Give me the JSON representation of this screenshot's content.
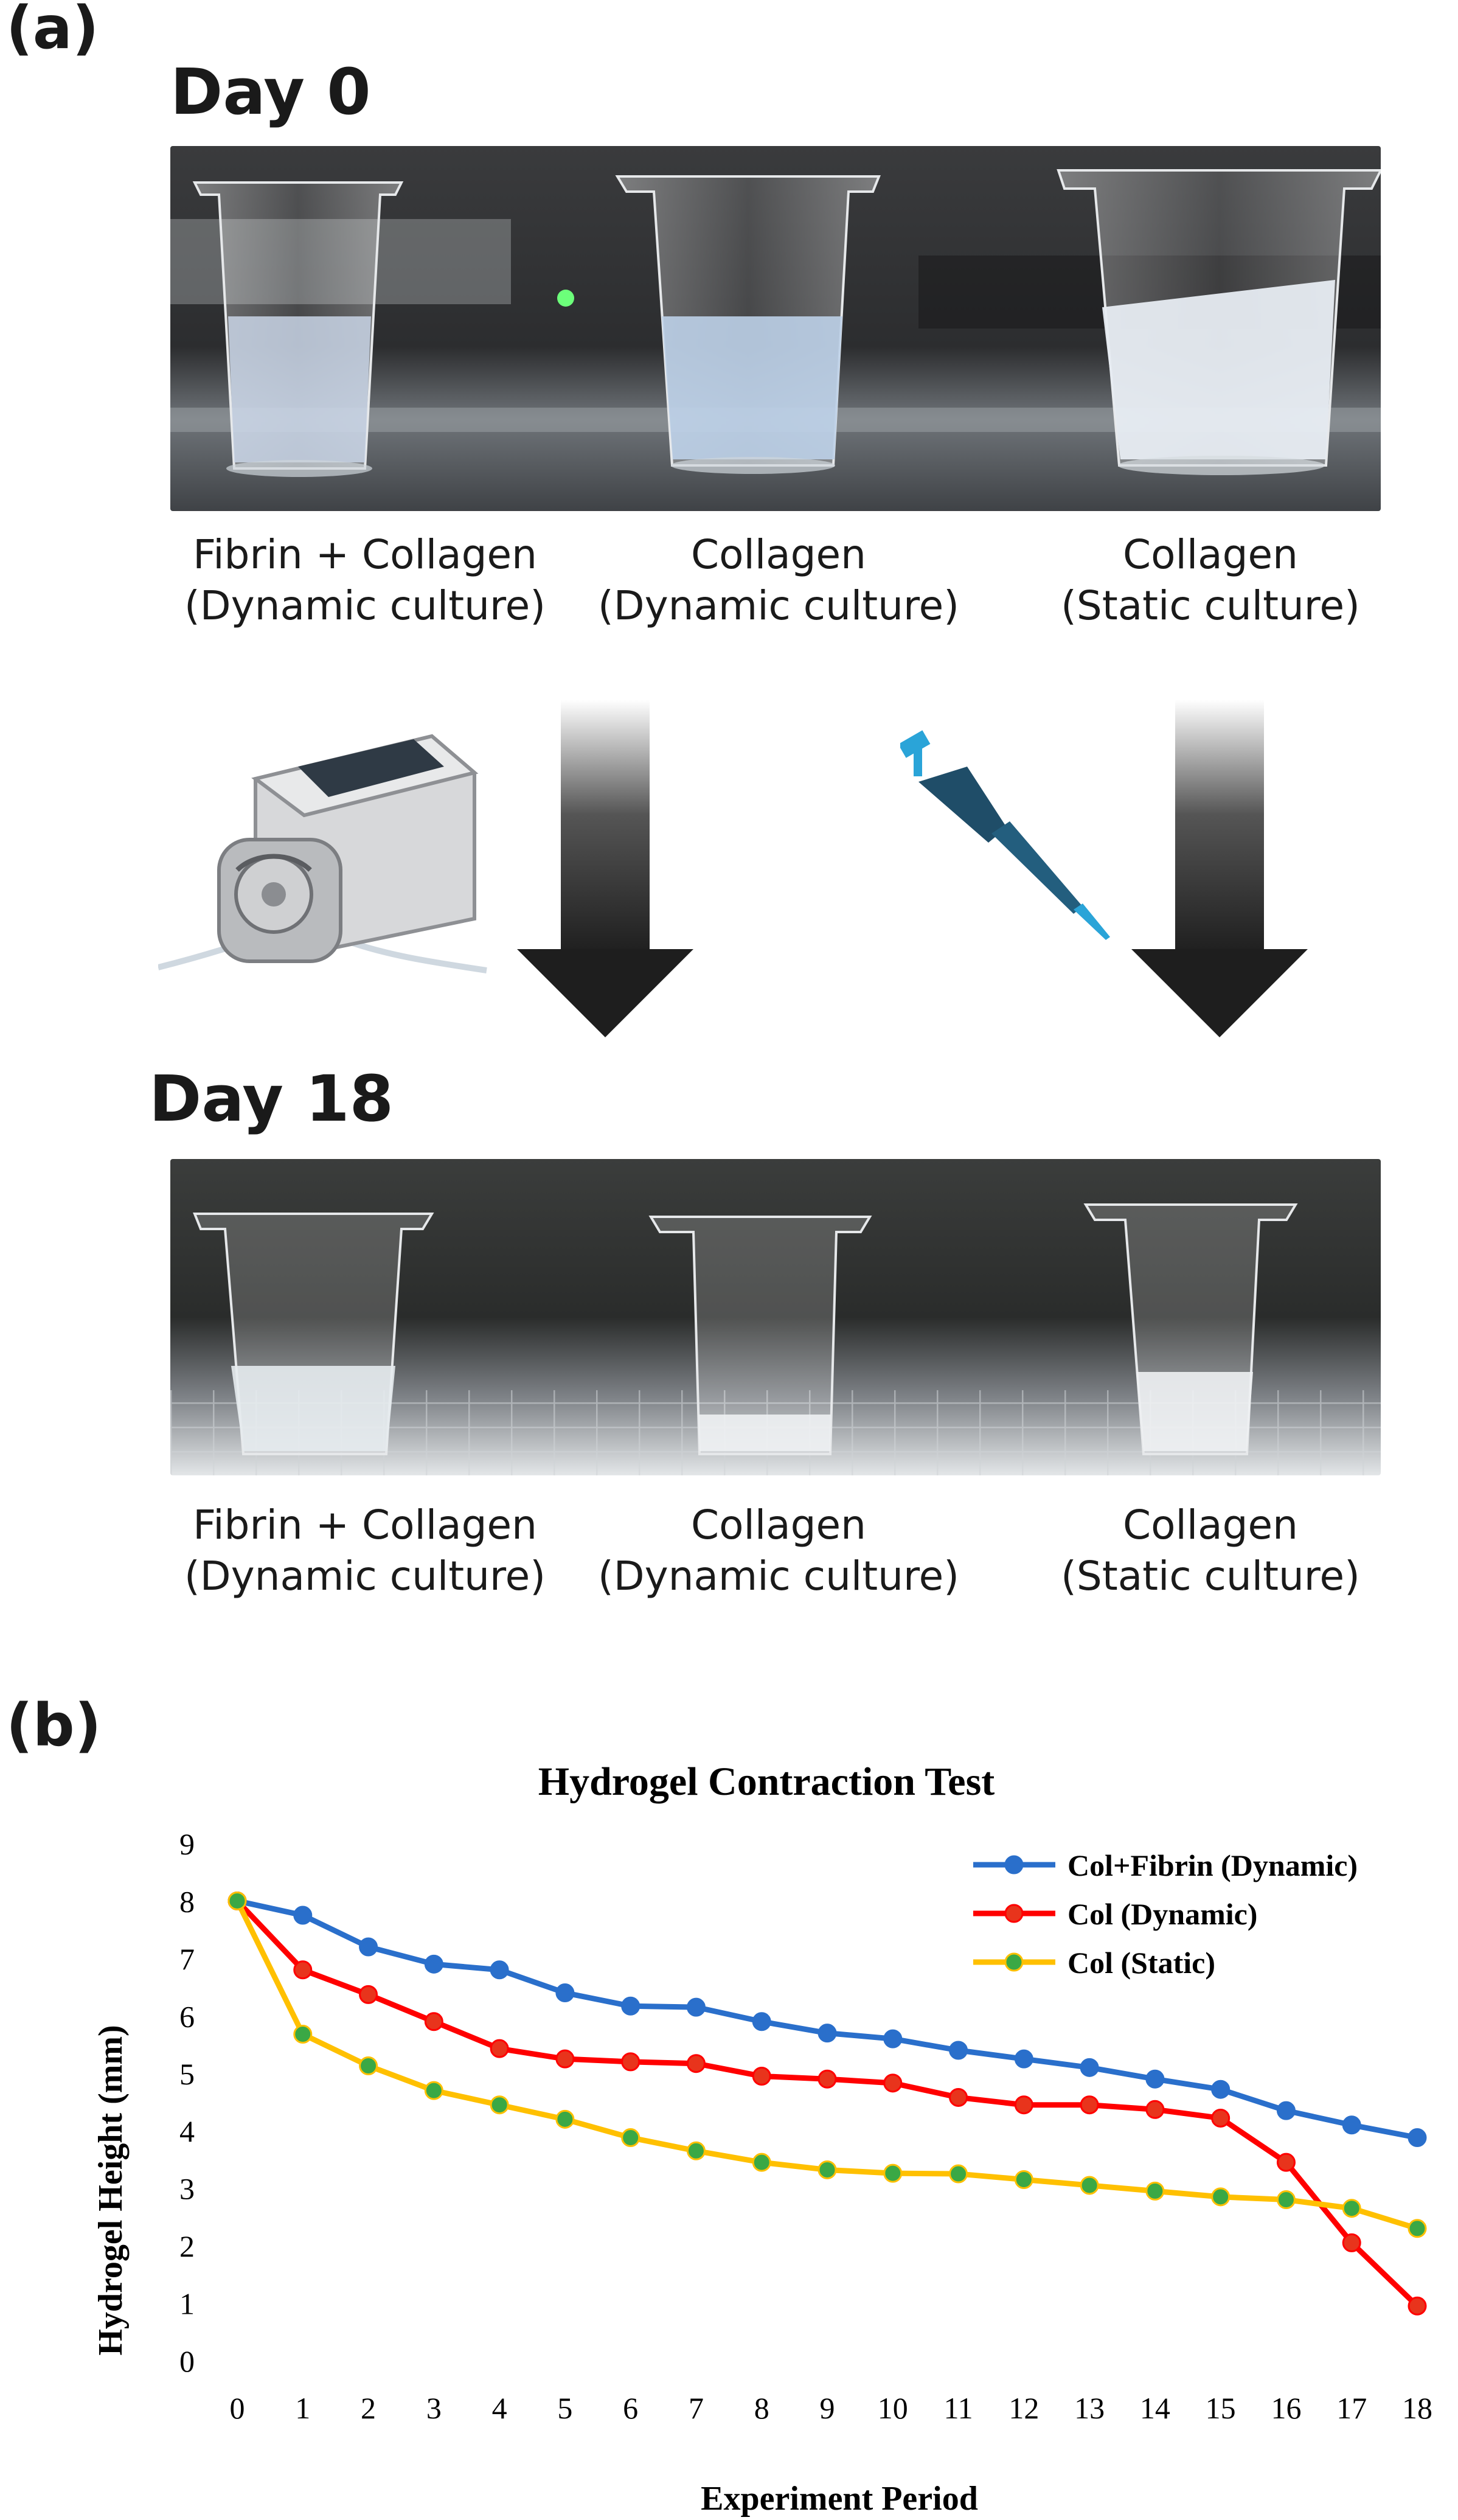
{
  "panel_a": {
    "label": "(a)",
    "day0_title": "Day 0",
    "day18_title": "Day 18",
    "day0_captions": [
      {
        "line1": "Fibrin + Collagen",
        "line2": "(Dynamic culture)"
      },
      {
        "line1": "Collagen",
        "line2": "(Dynamic culture)"
      },
      {
        "line1": "Collagen",
        "line2": "(Static culture)"
      }
    ],
    "day18_captions": [
      {
        "line1": "Fibrin + Collagen",
        "line2": "(Dynamic culture)"
      },
      {
        "line1": "Collagen",
        "line2": "(Dynamic culture)"
      },
      {
        "line1": "Collagen",
        "line2": "(Static culture)"
      }
    ],
    "icons": [
      "peristaltic-pump-icon",
      "pipette-icon",
      "down-arrow-icon"
    ]
  },
  "panel_b": {
    "label": "(b)"
  },
  "chart_data": {
    "type": "line",
    "title": "Hydrogel Contraction Test",
    "xlabel": "Experiment Period",
    "ylabel": "Hydrogel Height (mm)",
    "x": [
      0,
      1,
      2,
      3,
      4,
      5,
      6,
      7,
      8,
      9,
      10,
      11,
      12,
      13,
      14,
      15,
      16,
      17,
      18
    ],
    "xlim": [
      0,
      18
    ],
    "ylim": [
      0,
      9
    ],
    "yticks": [
      0,
      1,
      2,
      3,
      4,
      5,
      6,
      7,
      8,
      9
    ],
    "grid": false,
    "legend_position": "top-right",
    "series": [
      {
        "name": "Col+Fibrin (Dynamic)",
        "color": "#2a6fcb",
        "marker_color": "#2a6fcb",
        "values": [
          8.0,
          7.75,
          7.2,
          6.9,
          6.8,
          6.4,
          6.17,
          6.15,
          5.9,
          5.7,
          5.6,
          5.4,
          5.25,
          5.1,
          4.9,
          4.72,
          4.35,
          4.1,
          3.88
        ]
      },
      {
        "name": "Col (Dynamic)",
        "color": "#ff0000",
        "marker_color": "#e8341c",
        "values": [
          8.0,
          6.8,
          6.37,
          5.9,
          5.43,
          5.25,
          5.2,
          5.17,
          4.95,
          4.9,
          4.83,
          4.58,
          4.45,
          4.45,
          4.37,
          4.22,
          3.45,
          2.05,
          0.95
        ]
      },
      {
        "name": "Col (Static)",
        "color": "#ffc000",
        "marker_color": "#3aa845",
        "values": [
          8.0,
          5.68,
          5.13,
          4.7,
          4.45,
          4.2,
          3.88,
          3.65,
          3.45,
          3.32,
          3.26,
          3.25,
          3.15,
          3.05,
          2.95,
          2.85,
          2.8,
          2.65,
          2.3
        ]
      }
    ]
  }
}
